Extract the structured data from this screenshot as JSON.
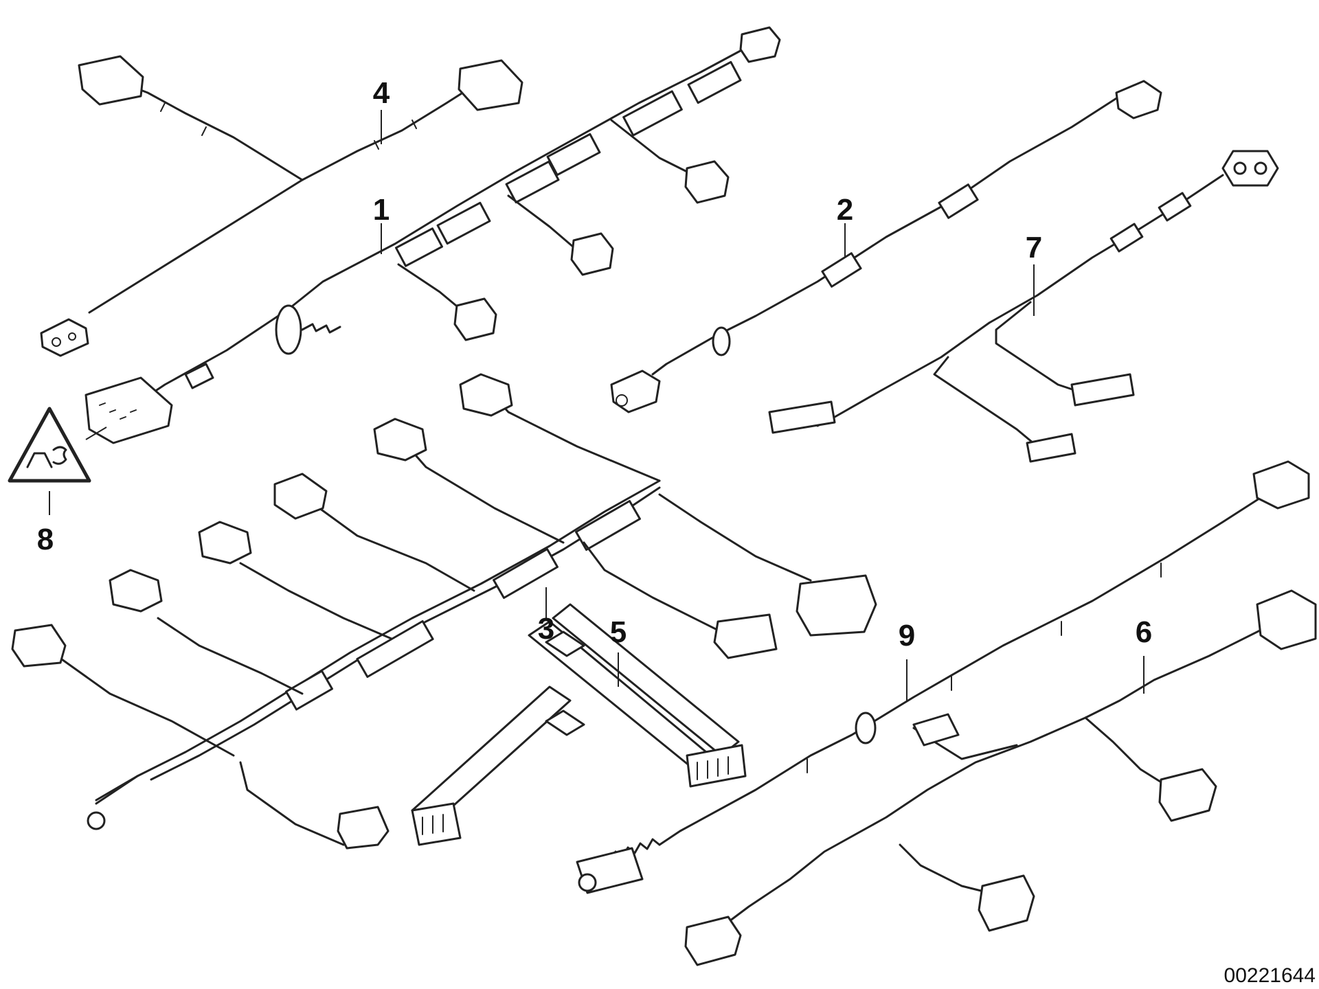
{
  "diagram": {
    "callouts": [
      "1",
      "2",
      "3",
      "4",
      "5",
      "6",
      "7",
      "8",
      "9"
    ],
    "reference_number": "00221644",
    "colors": {
      "line": "#222222",
      "background": "#ffffff"
    },
    "symbols": {
      "warning": "warning-triangle-icon"
    }
  }
}
